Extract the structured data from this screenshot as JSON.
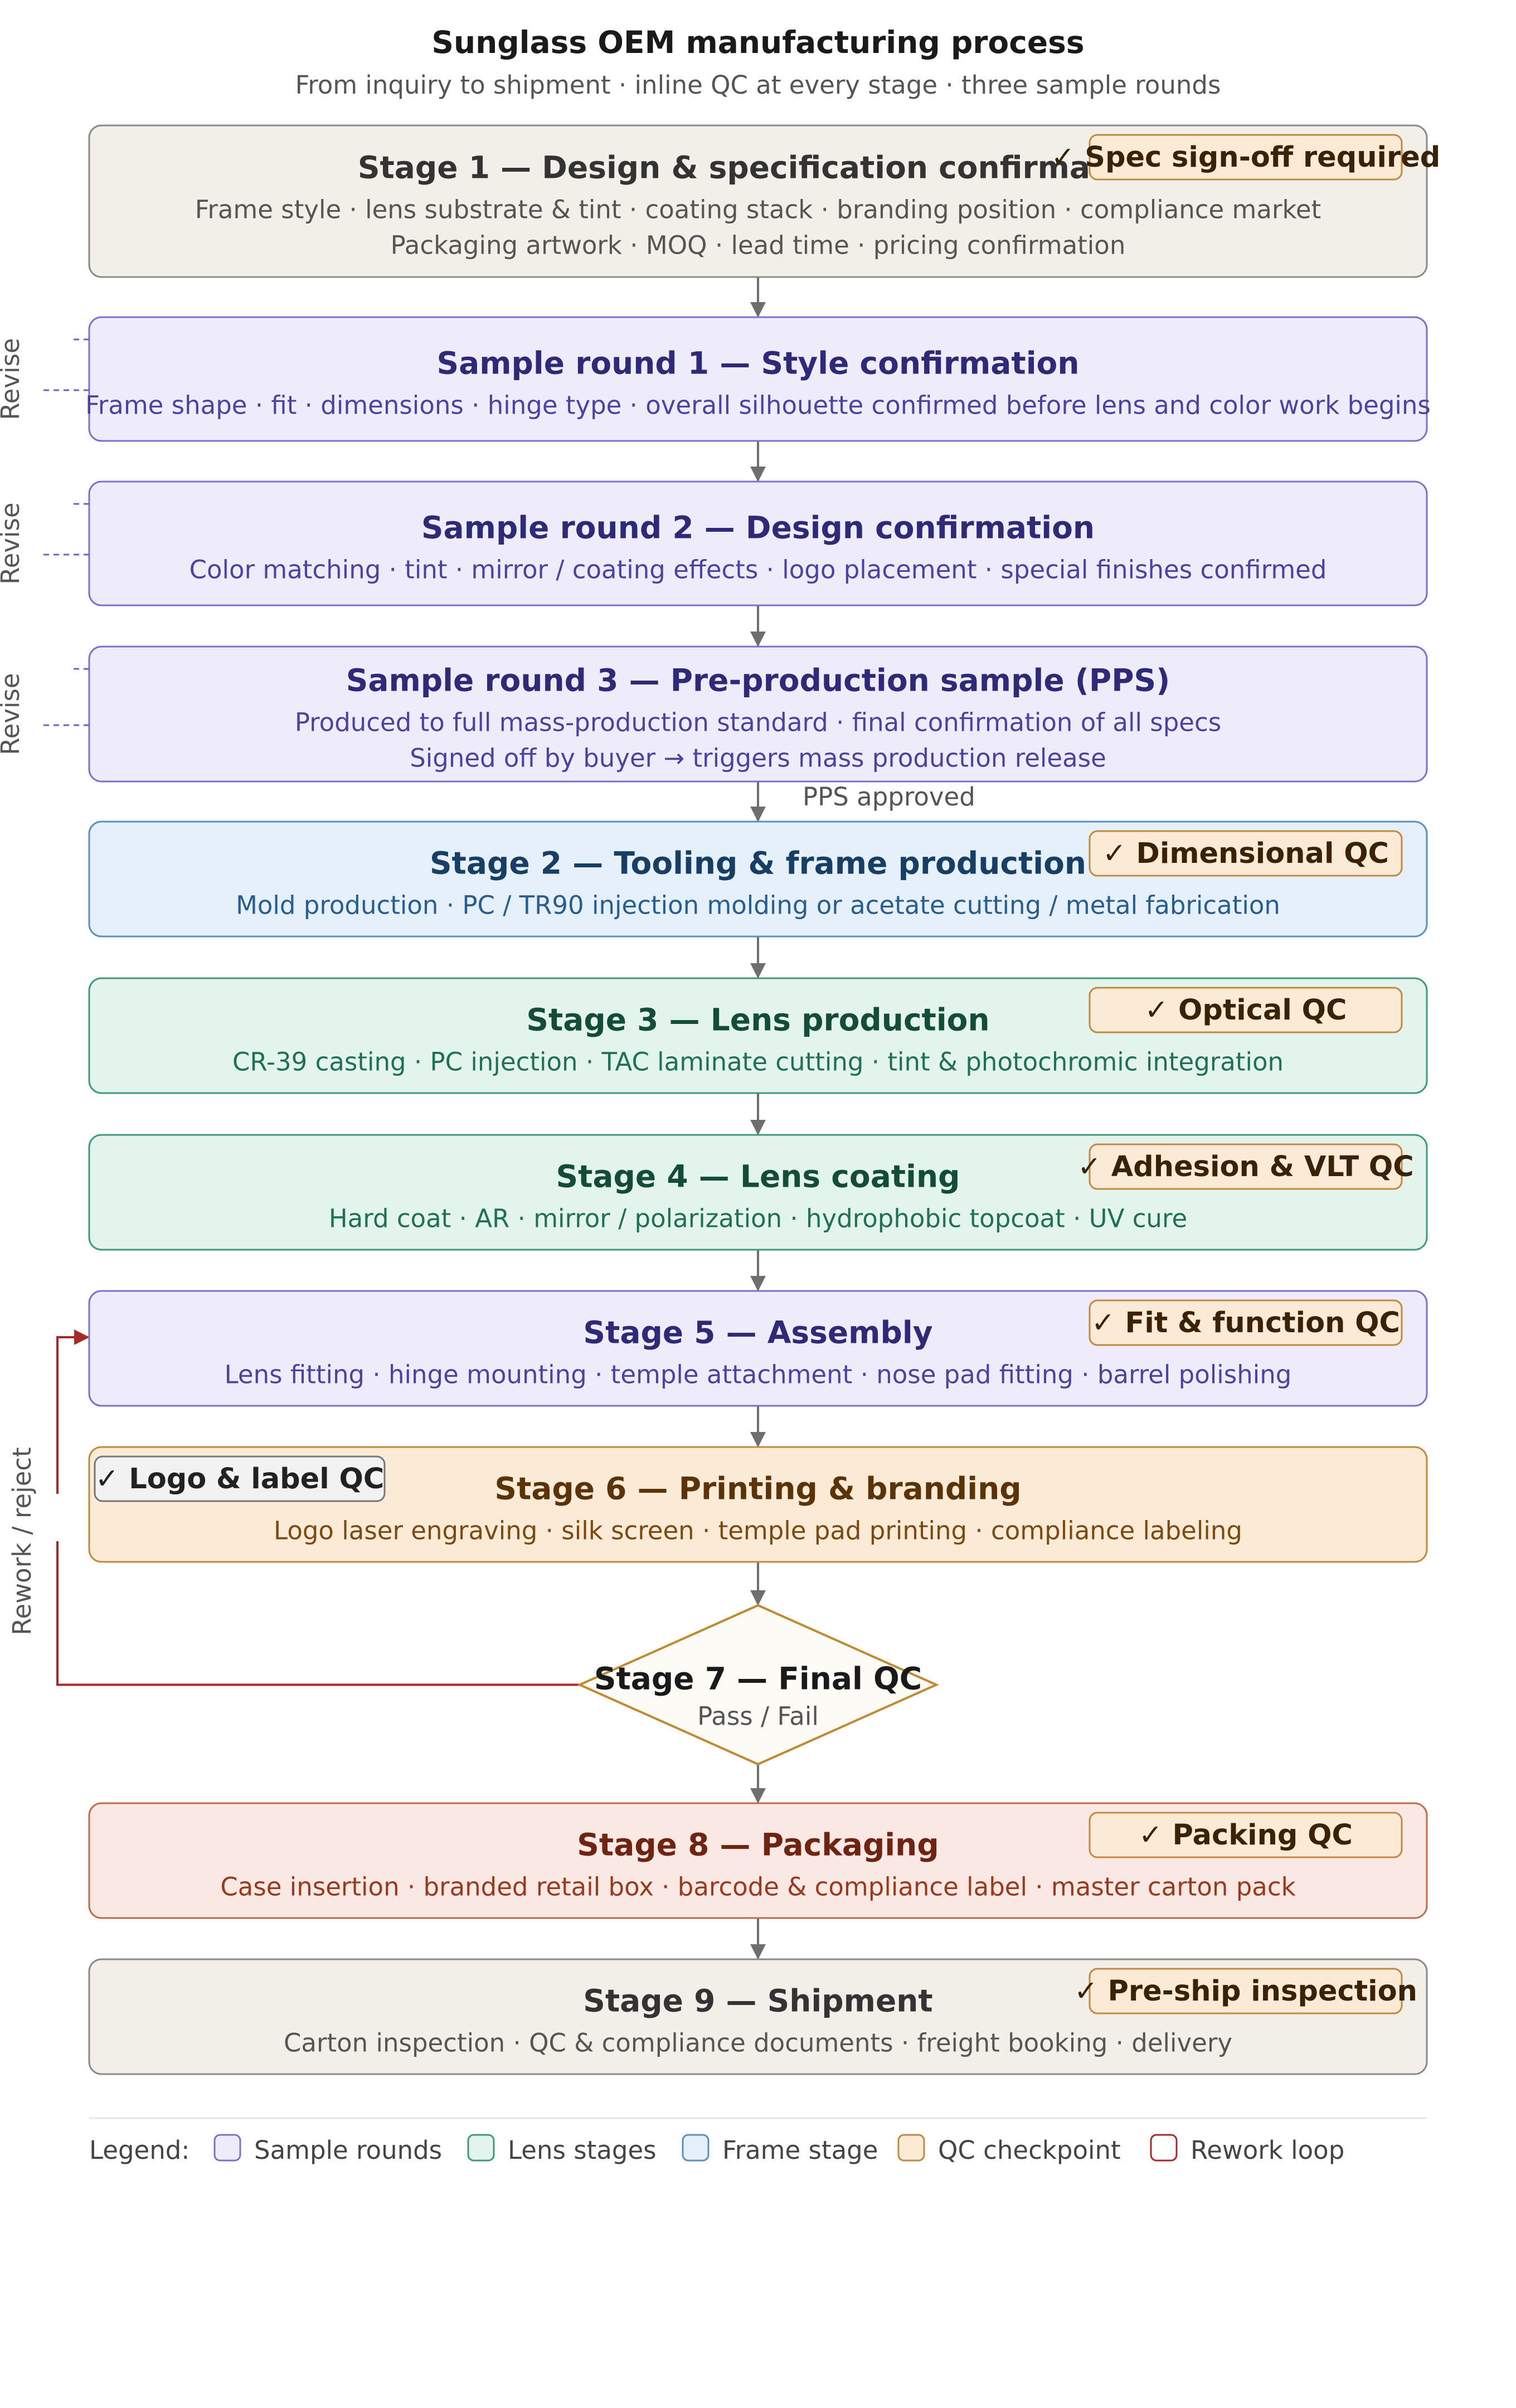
{
  "title": "Sunglass OEM manufacturing process",
  "subtitle": "From inquiry to shipment · inline QC at every stage · three sample rounds",
  "stages": [
    {
      "id": "stage1",
      "kind": "spec",
      "title": "Stage 1 — Design & specification confirmation",
      "lines": [
        "Frame style · lens substrate & tint · coating stack · branding position · compliance market",
        "Packaging artwork · MOQ · lead time · pricing confirmation"
      ],
      "badge": "✓ Spec sign-off required"
    },
    {
      "id": "sample1",
      "kind": "sample",
      "title": "Sample round 1 — Style confirmation",
      "lines": [
        "Frame shape · fit · dimensions · hinge type · overall silhouette confirmed before lens and color work begins"
      ],
      "side_label": "Revise"
    },
    {
      "id": "sample2",
      "kind": "sample",
      "title": "Sample round 2 — Design confirmation",
      "lines": [
        "Color matching · tint · mirror / coating effects · logo placement · special finishes confirmed"
      ],
      "side_label": "Revise"
    },
    {
      "id": "sample3",
      "kind": "sample",
      "title": "Sample round 3 — Pre-production sample (PPS)",
      "lines": [
        "Produced to full mass-production standard · final confirmation of all specs",
        "Signed off by buyer → triggers mass production release"
      ],
      "side_label": "Revise"
    },
    {
      "id": "stage2",
      "kind": "frame",
      "title": "Stage 2 — Tooling & frame production",
      "lines": [
        "Mold production · PC / TR90 injection molding or acetate cutting / metal fabrication"
      ],
      "badge": "✓ Dimensional QC"
    },
    {
      "id": "stage3",
      "kind": "lens",
      "title": "Stage 3 — Lens production",
      "lines": [
        "CR-39 casting · PC injection · TAC laminate cutting · tint & photochromic integration"
      ],
      "badge": "✓ Optical QC"
    },
    {
      "id": "stage4",
      "kind": "lens",
      "title": "Stage 4 — Lens coating",
      "lines": [
        "Hard coat · AR · mirror / polarization · hydrophobic topcoat · UV cure"
      ],
      "badge": "✓ Adhesion & VLT QC"
    },
    {
      "id": "stage5",
      "kind": "sample",
      "title": "Stage 5 — Assembly",
      "lines": [
        "Lens fitting · hinge mounting · temple attachment · nose pad fitting · barrel polishing"
      ],
      "badge": "✓ Fit & function QC"
    },
    {
      "id": "stage6",
      "kind": "qc",
      "title": "Stage 6 — Printing & branding",
      "lines": [
        "Logo laser engraving · silk screen · temple pad printing · compliance labeling"
      ],
      "badge": "✓ Logo & label QC"
    },
    {
      "id": "stage8",
      "kind": "pack",
      "title": "Stage 8 — Packaging",
      "lines": [
        "Case insertion · branded retail box · barcode & compliance label · master carton pack"
      ],
      "badge": "✓ Packing QC"
    },
    {
      "id": "stage9",
      "kind": "ship",
      "title": "Stage 9 — Shipment",
      "lines": [
        "Carton inspection · QC & compliance documents · freight booking · delivery"
      ],
      "badge": "✓ Pre-ship inspection"
    }
  ],
  "decision": {
    "title": "Stage 7 — Final QC",
    "sub": "Pass / Fail"
  },
  "pps_label": "PPS approved",
  "rework_label": "Rework / reject",
  "legend": {
    "label": "Legend:",
    "items": [
      {
        "text": "Sample rounds",
        "fill": "#eeecfb",
        "stroke": "#7a72c8"
      },
      {
        "text": "Lens stages",
        "fill": "#e3f4ec",
        "stroke": "#3f9a7a"
      },
      {
        "text": "Frame stage",
        "fill": "#e6f0fa",
        "stroke": "#5a8fc0"
      },
      {
        "text": "QC checkpoint",
        "fill": "#fbebd6",
        "stroke": "#c28a40"
      },
      {
        "text": "Rework loop",
        "fill": "#ffffff",
        "stroke": "#a52a2a"
      }
    ]
  },
  "colors": {
    "spec": {
      "fill": "#f2efe9",
      "stroke": "#8a8a8a",
      "title": "#333333",
      "text": "#555555"
    },
    "sample": {
      "fill": "#eeecfb",
      "stroke": "#7a72c8",
      "title": "#2e2a78",
      "text": "#4a44a0"
    },
    "frame": {
      "fill": "#e6f0fa",
      "stroke": "#5a8fc0",
      "title": "#173f66",
      "text": "#275d8f"
    },
    "lens": {
      "fill": "#e3f4ec",
      "stroke": "#3f9a7a",
      "title": "#134d3a",
      "text": "#1f7056"
    },
    "qc": {
      "fill": "#fbebd6",
      "stroke": "#c28a40",
      "title": "#5a3408",
      "text": "#7a4a12"
    },
    "pack": {
      "fill": "#f9e8e3",
      "stroke": "#c06a50",
      "title": "#6e2410",
      "text": "#9a3a1c"
    },
    "ship": {
      "fill": "#f2efe9",
      "stroke": "#8a8a8a",
      "title": "#333333",
      "text": "#555555"
    },
    "badge": {
      "fill": "#fbebd6",
      "stroke": "#c28a40",
      "text": "#3a2206"
    },
    "badge_gray": {
      "fill": "#f2f2f2",
      "stroke": "#777777",
      "text": "#222222"
    },
    "decision": {
      "fill": "#fdfbf6",
      "stroke": "#c08a30"
    },
    "arrow": "#6e6e6e",
    "rework": "#a52a2a",
    "revise": "#6a62c4"
  }
}
